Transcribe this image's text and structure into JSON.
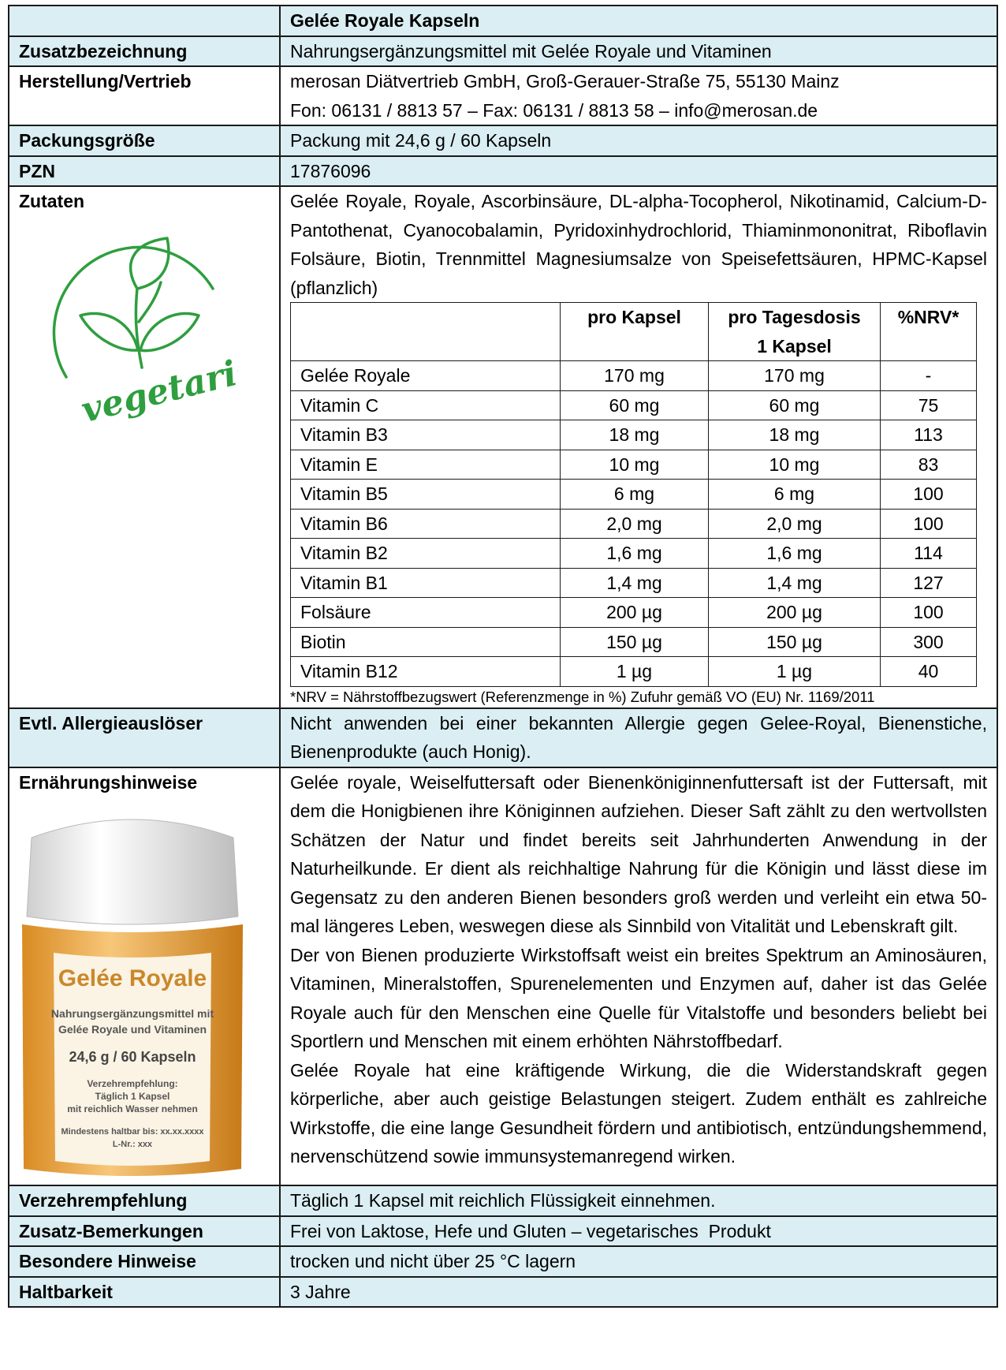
{
  "title": "Gelée Royale Kapseln",
  "rows": {
    "zusatz": {
      "label": "Zusatzbezeichnung",
      "value": "Nahrungsergänzungsmittel mit Gelée Royale und Vitaminen"
    },
    "hersteller": {
      "label": "Herstellung/Vertrieb",
      "line1": "merosan Diätvertrieb GmbH, Groß-Gerauer-Straße 75, 55130 Mainz",
      "line2": "Fon: 06131 / 8813 57 – Fax: 06131 / 8813 58 – info@merosan.de"
    },
    "packung": {
      "label": "Packungsgröße",
      "value": "Packung mit 24,6 g / 60 Kapseln"
    },
    "pzn": {
      "label": "PZN",
      "value": "17876096"
    },
    "zutaten": {
      "label": "Zutaten",
      "text": "Gelée Royale, Royale, Ascorbinsäure, DL-alpha-Tocopherol, Nikotinamid, Calcium-D-Pantothenat, Cyanocobalamin, Pyridoxinhydrochlorid, Thiaminmononitrat, Riboflavin Folsäure, Biotin, Trennmittel Magnesiumsalze von Speisefettsäuren, HPMC-Kapsel (pflanzlich)"
    },
    "allergie": {
      "label": "Evtl. Allergieauslöser",
      "text": "Nicht anwenden bei einer bekannten Allergie gegen Gelee-Royal, Bienenstiche, Bienenprodukte (auch Honig)."
    },
    "ernaehrung": {
      "label": "Ernährungshinweise",
      "p1": "Gelée royale, Weiselfuttersaft oder Bienenköniginnenfuttersaft ist der Futtersaft, mit dem die Honigbienen ihre Königinnen aufziehen. Dieser Saft zählt zu den wertvollsten Schätzen der Natur und findet bereits seit Jahrhunderten Anwendung in der Naturheilkunde. Er dient als reichhaltige Nahrung für die Königin und lässt diese im Gegensatz zu den anderen Bienen besonders groß werden und verleiht ein etwa 50-mal längeres Leben, weswegen diese als Sinnbild von Vitalität und Lebenskraft gilt.",
      "p2": "Der von Bienen produzierte Wirkstoffsaft weist ein breites Spektrum an Aminosäuren, Vitaminen, Mineralstoffen, Spurenelementen und Enzymen auf, daher ist das Gelée Royale auch für den Menschen eine Quelle für Vitalstoffe und besonders beliebt bei Sportlern und Menschen mit einem erhöhten Nährstoffbedarf.",
      "p3": "Gelée Royale hat eine kräftigende Wirkung, die die Widerstandskraft gegen körperliche, aber auch geistige Belastungen steigert. Zudem enthält es zahlreiche Wirkstoffe, die eine lange Gesundheit fördern und antibiotisch, entzündungshemmend, nervenschützend sowie immunsystemanregend wirken."
    },
    "verzehr": {
      "label": "Verzehrempfehlung",
      "value": "Täglich 1 Kapsel mit reichlich Flüssigkeit einnehmen."
    },
    "bemerkung": {
      "label": "Zusatz-Bemerkungen",
      "value": "Frei von Laktose, Hefe und Gluten – vegetarisches  Produkt"
    },
    "hinweise": {
      "label": "Besondere Hinweise",
      "value": "trocken und nicht über 25 °C lagern"
    },
    "haltbar": {
      "label": "Haltbarkeit",
      "value": "3 Jahre"
    }
  },
  "nutrition": {
    "head": {
      "c1": "pro Kapsel",
      "c2a": "pro Tagesdosis",
      "c2b": "1 Kapsel",
      "c3": "%NRV*"
    },
    "rows": [
      {
        "name": "Gelée Royale",
        "a": "170 mg",
        "b": "170 mg",
        "nrv": "-"
      },
      {
        "name": "Vitamin C",
        "a": "60 mg",
        "b": "60 mg",
        "nrv": "75"
      },
      {
        "name": "Vitamin B3",
        "a": "18 mg",
        "b": "18 mg",
        "nrv": "113"
      },
      {
        "name": "Vitamin E",
        "a": "10 mg",
        "b": "10 mg",
        "nrv": "83"
      },
      {
        "name": "Vitamin B5",
        "a": "6 mg",
        "b": "6 mg",
        "nrv": "100"
      },
      {
        "name": "Vitamin B6",
        "a": "2,0 mg",
        "b": "2,0 mg",
        "nrv": "100"
      },
      {
        "name": "Vitamin B2",
        "a": "1,6 mg",
        "b": "1,6 mg",
        "nrv": "114"
      },
      {
        "name": "Vitamin B1",
        "a": "1,4 mg",
        "b": "1,4 mg",
        "nrv": "127"
      },
      {
        "name": "Folsäure",
        "a": "200 µg",
        "b": "200 µg",
        "nrv": "100"
      },
      {
        "name": "Biotin",
        "a": "150 µg",
        "b": "150 µg",
        "nrv": "300"
      },
      {
        "name": "Vitamin B12",
        "a": "1 µg",
        "b": "1 µg",
        "nrv": "40"
      }
    ],
    "note": "*NRV = Nährstoffbezugswert (Referenzmenge in %) Zufuhr gemäß VO (EU) Nr. 1169/2011"
  },
  "logo": {
    "text": "vegetarisch",
    "color": "#2e9e3e"
  },
  "jar": {
    "brand": "Gelée Royale",
    "sub1": "Nahrungsergänzungsmittel mit",
    "sub2": "Gelée Royale und Vitaminen",
    "size": "24,6 g / 60 Kapseln",
    "rec1": "Verzehrempfehlung:",
    "rec2": "Täglich 1 Kapsel",
    "rec3": "mit reichlich Wasser nehmen",
    "mhd": "Mindestens haltbar bis: xx.xx.xxxx",
    "lot": "L-Nr.: xxx",
    "label_color": "#f0a640"
  }
}
